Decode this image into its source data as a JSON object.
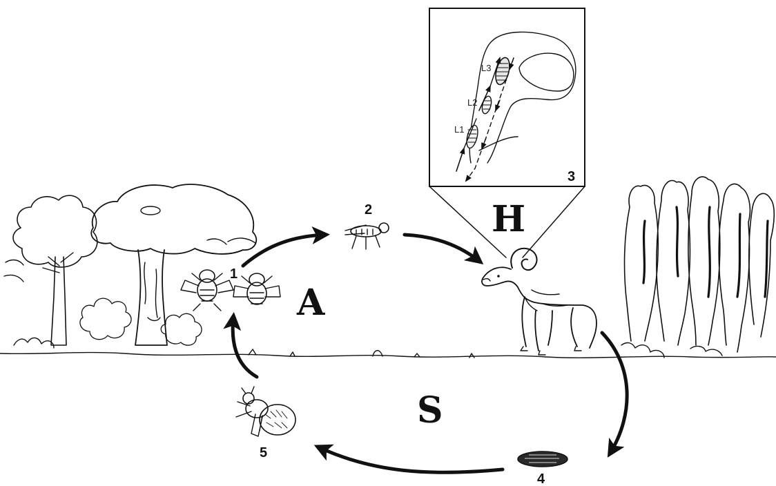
{
  "diagram": {
    "stage_labels": {
      "s1": "1",
      "s2": "2",
      "s3": "3",
      "s4": "4",
      "s5": "5"
    },
    "phase_labels": {
      "a": "A",
      "h": "H",
      "s": "S"
    },
    "larva_labels": {
      "l1": "L1",
      "l2": "L2",
      "l3": "L3"
    }
  }
}
